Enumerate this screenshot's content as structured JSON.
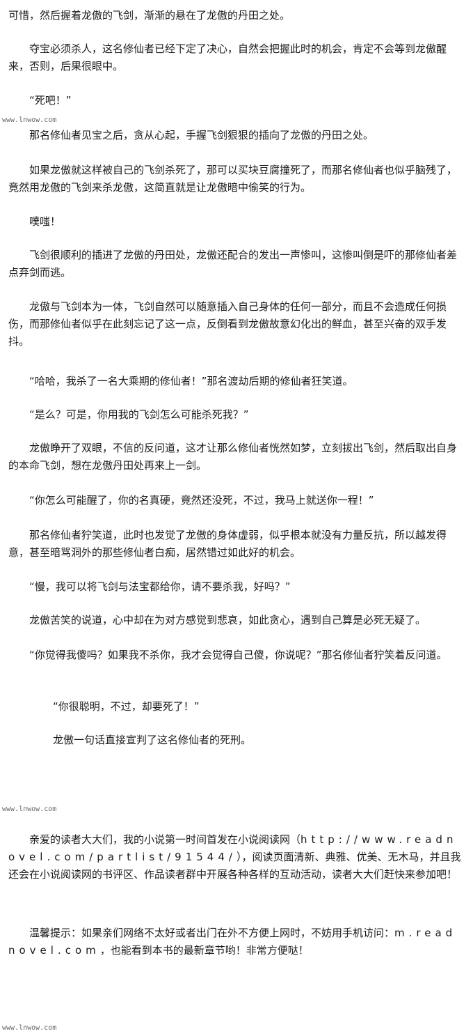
{
  "watermark": "www.lnwow.com",
  "paragraphs": [
    "可惜，然后握着龙傲的飞剑，渐渐的悬在了龙傲的丹田之处。",
    "夺宝必须杀人，这名修仙者已经下定了决心，自然会把握此时的机会，肯定不会等到龙傲醒来，否则，后果很眼中。",
    "“死吧！”",
    "那名修仙者见宝之后，贪从心起，手握飞剑狠狠的插向了龙傲的丹田之处。",
    "如果龙傲就这样被自己的飞剑杀死了，那可以买块豆腐撞死了，而那名修仙者也似乎脑残了，竟然用龙傲的飞剑来杀龙傲，这简直就是让龙傲暗中偷笑的行为。",
    "噗嗤！",
    "飞剑很顺利的插进了龙傲的丹田处，龙傲还配合的发出一声惨叫，这惨叫倒是吓的那修仙者差点弃剑而逃。",
    "龙傲与飞剑本为一体，飞剑自然可以随意插入自己身体的任何一部分，而且不会造成任何损伤，而那修仙者似乎在此刻忘记了这一点，反倒看到龙傲故意幻化出的鲜血，甚至兴奋的双手发抖。",
    "“哈哈，我杀了一名大乘期的修仙者！”那名渡劫后期的修仙者狂笑道。",
    "“是么？可是，你用我的飞剑怎么可能杀死我？”",
    "龙傲睁开了双眼，不信的反问道，这才让那么修仙者恍然如梦，立刻拔出飞剑，然后取出自身的本命飞剑，想在龙傲丹田处再来上一剑。",
    "“你怎么可能醒了，你的名真硬，竟然还没死，不过，我马上就送你一程！”",
    "那名修仙者狞笑道，此时也发觉了龙傲的身体虚弱，似乎根本就没有力量反抗，所以越发得意，甚至暗骂洞外的那些修仙者白痴，居然错过如此好的机会。",
    "“慢，我可以将飞剑与法宝都给你，请不要杀我，好吗？”",
    "龙傲苦笑的说道，心中却在为对方感觉到悲哀，如此贪心，遇到自己算是必死无疑了。",
    "“你觉得我傻吗？如果我不杀你，我才会觉得自己傻，你说呢？”那名修仙者狞笑着反问道。",
    "“你很聪明，不过，却要死了！”",
    "龙傲一句话直接宣判了这名修仙者的死刑。"
  ],
  "notice": {
    "line1_pre": "亲爱的读者大大们，我的小说第一时间首发在小说阅读网（",
    "line1_url": "http://www.re",
    "line2_url": "adnovel.com/partlist/91544/",
    "line2_post": "），阅读页面清新、典雅、优美、无木马，并且我还会在小说阅读网的书评区、作品读者群中开展各种各样的互动活动，读者大大们赶快来参加吧！",
    "tip_pre": "温馨提示：如果亲们网络不太好或者出门在外不方便上网时，不妨用手机访问：",
    "tip_url1": "m.re",
    "tip_url2": "adnovel.com",
    "tip_post": "，也能看到本书的最新章节哟！非常方便哒！"
  }
}
